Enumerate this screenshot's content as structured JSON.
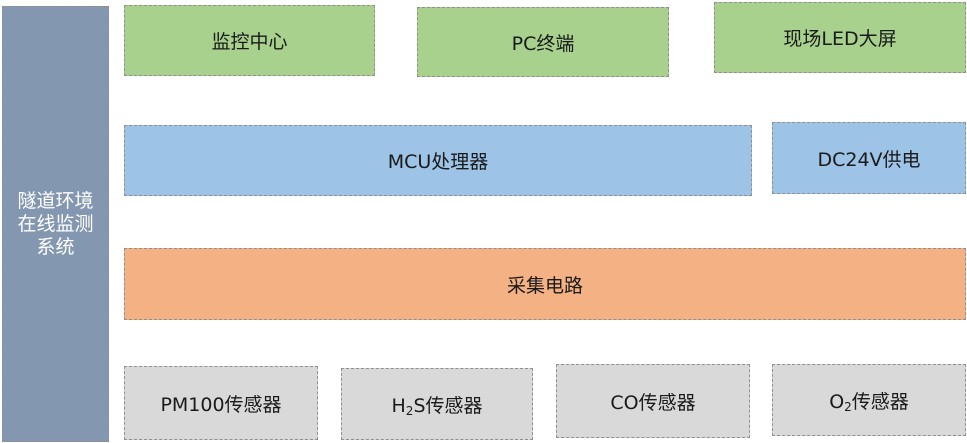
{
  "system": {
    "lines": [
      "隧道环境",
      "在线监测",
      "系统"
    ]
  },
  "top_row": {
    "monitoring_center": "监控中心",
    "pc_terminal": "PC终端",
    "led_screen": "现场LED大屏"
  },
  "middle_row": {
    "mcu": "MCU处理器",
    "power": "DC24V供电"
  },
  "acquisition": {
    "label": "采集电路"
  },
  "sensors": {
    "pm100": "PM100传感器",
    "h2s": {
      "prefix": "H",
      "sub": "2",
      "suffix": "S传感器"
    },
    "co": "CO传感器",
    "o2": {
      "prefix": "O",
      "sub": "2",
      "suffix": "传感器"
    }
  },
  "colors": {
    "side": "#8497b0",
    "output": "#a9d18e",
    "processor": "#9dc3e6",
    "acquisition": "#f4b183",
    "sensor": "#d9d9d9"
  }
}
